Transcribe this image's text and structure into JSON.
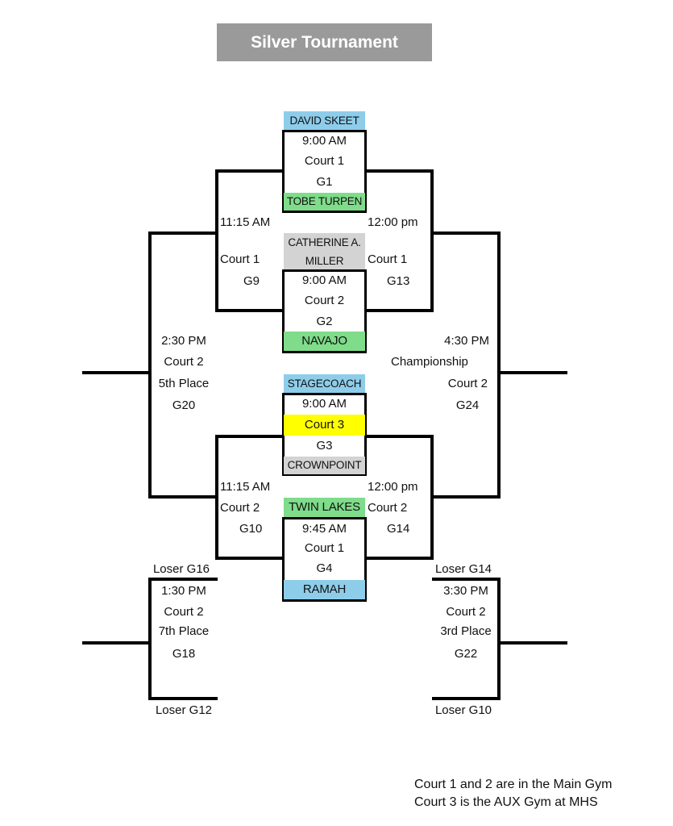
{
  "title": "Silver Tournament",
  "colors": {
    "title_bg": "#9a9a9a",
    "blue": "#8ecdea",
    "green": "#7fdc8a",
    "gray": "#d3d3d3",
    "yellow": "#ffff00"
  },
  "first_round": [
    {
      "game": "G1",
      "time": "9:00 AM",
      "court": "Court 1",
      "team_top": {
        "name": "DAVID SKEET",
        "color": "blue"
      },
      "team_bottom": {
        "name": "TOBE TURPEN",
        "color": "green"
      }
    },
    {
      "game": "G2",
      "time": "9:00 AM",
      "court": "Court 2",
      "team_top": {
        "name": "CATHERINE A. MILLER",
        "line1": "CATHERINE A.",
        "line2": "MILLER",
        "color": "gray"
      },
      "team_bottom": {
        "name": "NAVAJO",
        "color": "green"
      }
    },
    {
      "game": "G3",
      "time": "9:00 AM",
      "court": "Court 3",
      "court_highlight": "yellow",
      "team_top": {
        "name": "STAGECOACH",
        "color": "blue"
      },
      "team_bottom": {
        "name": "CROWNPOINT",
        "color": "gray"
      }
    },
    {
      "game": "G4",
      "time": "9:45 AM",
      "court": "Court 1",
      "team_top": {
        "name": "TWIN LAKES",
        "color": "green"
      },
      "team_bottom": {
        "name": "RAMAH",
        "color": "blue"
      }
    }
  ],
  "second_round": {
    "g9": {
      "time": "11:15 AM",
      "court": "Court 1",
      "game": "G9"
    },
    "g13": {
      "time": "12:00 pm",
      "court": "Court 1",
      "game": "G13"
    },
    "g10": {
      "time": "11:15 AM",
      "court": "Court 2",
      "game": "G10"
    },
    "g14": {
      "time": "12:00 pm",
      "court": "Court 2",
      "game": "G14"
    }
  },
  "finals": {
    "g20": {
      "time": "2:30 PM",
      "court": "Court 2",
      "label": "5th Place",
      "game": "G20"
    },
    "g24": {
      "time": "4:30 PM",
      "label": "Championship",
      "court": "Court 2",
      "game": "G24"
    },
    "g18": {
      "top": "Loser G16",
      "time": "1:30 PM",
      "court": "Court 2",
      "label": "7th Place",
      "game": "G18",
      "bottom": "Loser G12"
    },
    "g22": {
      "top": "Loser G14",
      "time": "3:30 PM",
      "court": "Court 2",
      "label": "3rd Place",
      "game": "G22",
      "bottom": "Loser G10"
    }
  },
  "notes": [
    "Court 1 and 2 are in the Main Gym",
    "Court 3 is the AUX Gym at MHS"
  ]
}
